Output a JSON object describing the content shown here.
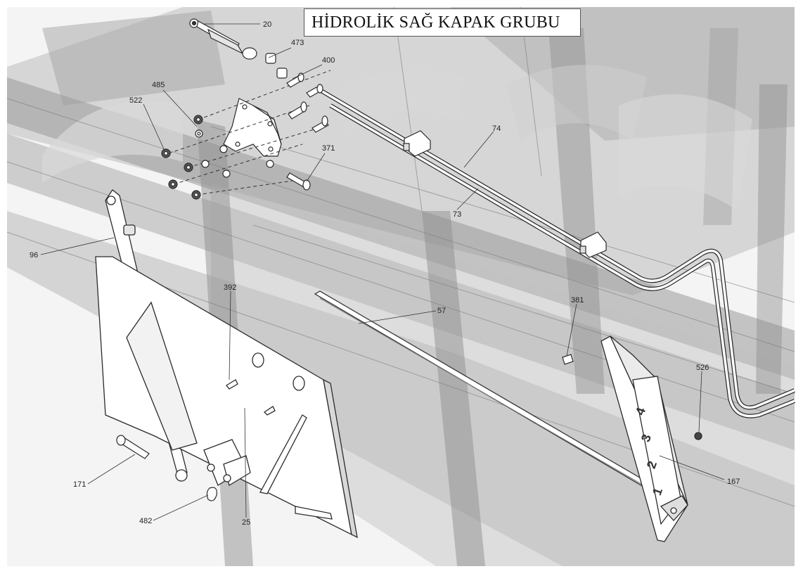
{
  "title": "HİDROLİK SAĞ KAPAK GRUBU",
  "part_callouts": {
    "p20": "20",
    "p473": "473",
    "p400": "400",
    "p485": "485",
    "p522": "522",
    "p371": "371",
    "p74": "74",
    "p73": "73",
    "p96": "96",
    "p392": "392",
    "p57": "57",
    "p381": "381",
    "p526": "526",
    "p167": "167",
    "p171": "171",
    "p482": "482",
    "p25": "25"
  },
  "scale_markings": [
    "4",
    "3",
    "2",
    "1"
  ],
  "colors": {
    "background": "#ffffff",
    "ghost_frame": "#8d8d8d",
    "part_fill": "#ffffff",
    "part_line": "#2b2b2b",
    "leader_line": "#333333"
  }
}
